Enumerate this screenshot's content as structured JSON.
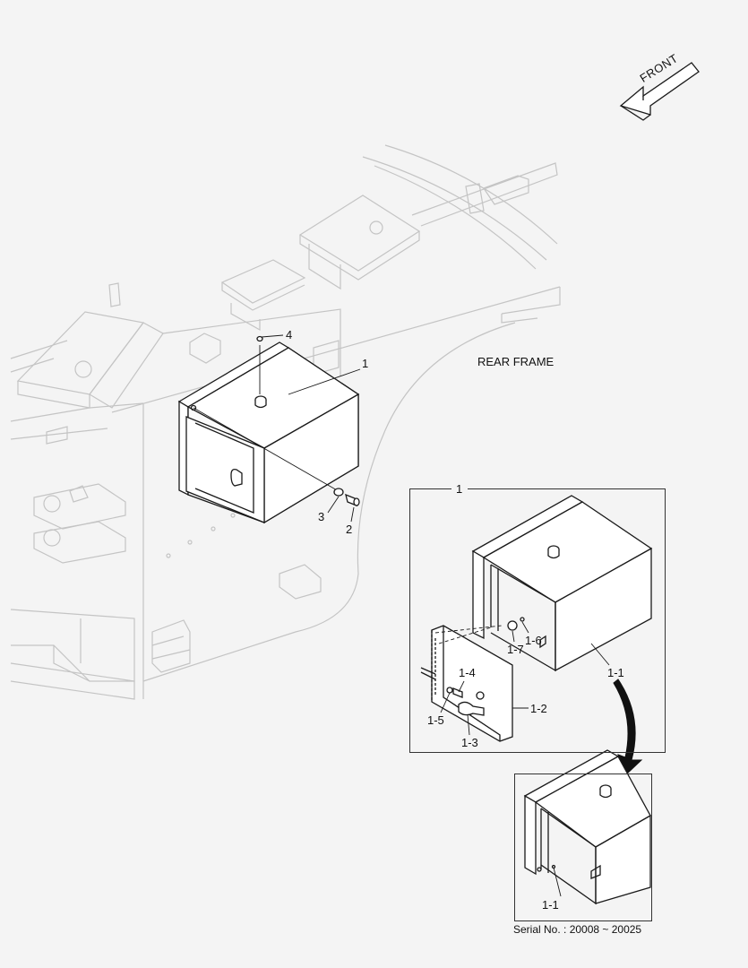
{
  "front_arrow": {
    "label": "FRONT",
    "icon": "front-direction-arrow-icon"
  },
  "frame_label": "REAR FRAME",
  "callouts": {
    "c1": "1",
    "c2": "2",
    "c3": "3",
    "c4": "4",
    "detail_title": "1",
    "c1_1": "1-1",
    "c1_2": "1-2",
    "c1_3": "1-3",
    "c1_4": "1-4",
    "c1_5": "1-5",
    "c1_6": "1-6",
    "c1_7": "1-7",
    "variant_1_1": "1-1"
  },
  "serial_note": "Serial No. : 20008 ~ 20025",
  "colors": {
    "background": "#f4f4f4",
    "line": "#1a1a1a",
    "ghost_line": "#c4c4c4"
  }
}
